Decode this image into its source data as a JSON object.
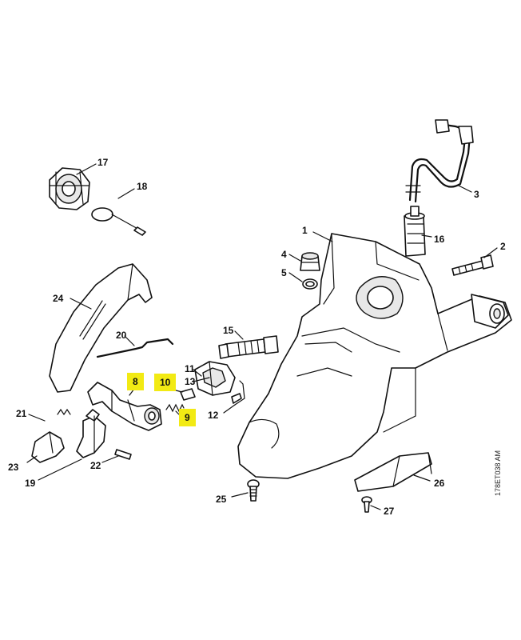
{
  "diagram": {
    "image_code": "178ET038 AM",
    "accent_color": "#f2ea14",
    "callouts": [
      {
        "id": "c1",
        "text": "1"
      },
      {
        "id": "c2",
        "text": "2"
      },
      {
        "id": "c3",
        "text": "3"
      },
      {
        "id": "c4",
        "text": "4"
      },
      {
        "id": "c5",
        "text": "5"
      },
      {
        "id": "c8",
        "text": "8",
        "highlighted": true
      },
      {
        "id": "c9",
        "text": "9",
        "highlighted": true
      },
      {
        "id": "c10",
        "text": "10",
        "highlighted": true
      },
      {
        "id": "c11",
        "text": "11"
      },
      {
        "id": "c12",
        "text": "12"
      },
      {
        "id": "c13",
        "text": "13"
      },
      {
        "id": "c15",
        "text": "15"
      },
      {
        "id": "c16",
        "text": "16"
      },
      {
        "id": "c17",
        "text": "17"
      },
      {
        "id": "c18",
        "text": "18"
      },
      {
        "id": "c19",
        "text": "19"
      },
      {
        "id": "c20",
        "text": "20"
      },
      {
        "id": "c21",
        "text": "21"
      },
      {
        "id": "c22",
        "text": "22"
      },
      {
        "id": "c23",
        "text": "23"
      },
      {
        "id": "c24",
        "text": "24"
      },
      {
        "id": "c25",
        "text": "25"
      },
      {
        "id": "c26",
        "text": "26"
      },
      {
        "id": "c27",
        "text": "27"
      }
    ]
  }
}
